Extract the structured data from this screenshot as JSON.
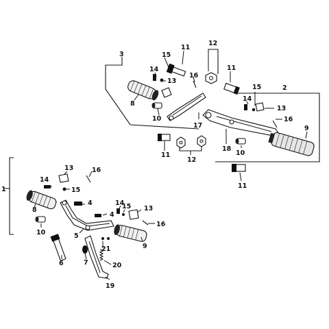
{
  "diagram": {
    "callouts": [
      {
        "key": "c1",
        "text": "1"
      },
      {
        "key": "c2",
        "text": "2"
      },
      {
        "key": "c3",
        "text": "3"
      },
      {
        "key": "c4a",
        "text": "4"
      },
      {
        "key": "c4b",
        "text": "4"
      },
      {
        "key": "c5",
        "text": "5"
      },
      {
        "key": "c6",
        "text": "6"
      },
      {
        "key": "c7",
        "text": "7"
      },
      {
        "key": "c8a",
        "text": "8"
      },
      {
        "key": "c8b",
        "text": "8"
      },
      {
        "key": "c9a",
        "text": "9"
      },
      {
        "key": "c9b",
        "text": "9"
      },
      {
        "key": "c10a",
        "text": "10"
      },
      {
        "key": "c10b",
        "text": "10"
      },
      {
        "key": "c10c",
        "text": "10"
      },
      {
        "key": "c11a",
        "text": "11"
      },
      {
        "key": "c11b",
        "text": "11"
      },
      {
        "key": "c11c",
        "text": "11"
      },
      {
        "key": "c11d",
        "text": "11"
      },
      {
        "key": "c12a",
        "text": "12"
      },
      {
        "key": "c12b",
        "text": "12"
      },
      {
        "key": "c13a",
        "text": "13"
      },
      {
        "key": "c13b",
        "text": "13"
      },
      {
        "key": "c13c",
        "text": "13"
      },
      {
        "key": "c13d",
        "text": "13"
      },
      {
        "key": "c14a",
        "text": "14"
      },
      {
        "key": "c14b",
        "text": "14"
      },
      {
        "key": "c14c",
        "text": "14"
      },
      {
        "key": "c14d",
        "text": "14"
      },
      {
        "key": "c15a",
        "text": "15"
      },
      {
        "key": "c15b",
        "text": "15"
      },
      {
        "key": "c15c",
        "text": "15"
      },
      {
        "key": "c15d",
        "text": "15"
      },
      {
        "key": "c16a",
        "text": "16"
      },
      {
        "key": "c16b",
        "text": "16"
      },
      {
        "key": "c16c",
        "text": "16"
      },
      {
        "key": "c16d",
        "text": "16"
      },
      {
        "key": "c17",
        "text": "17"
      },
      {
        "key": "c18",
        "text": "18"
      },
      {
        "key": "c19",
        "text": "19"
      },
      {
        "key": "c20",
        "text": "20"
      },
      {
        "key": "c21",
        "text": "21"
      }
    ]
  }
}
